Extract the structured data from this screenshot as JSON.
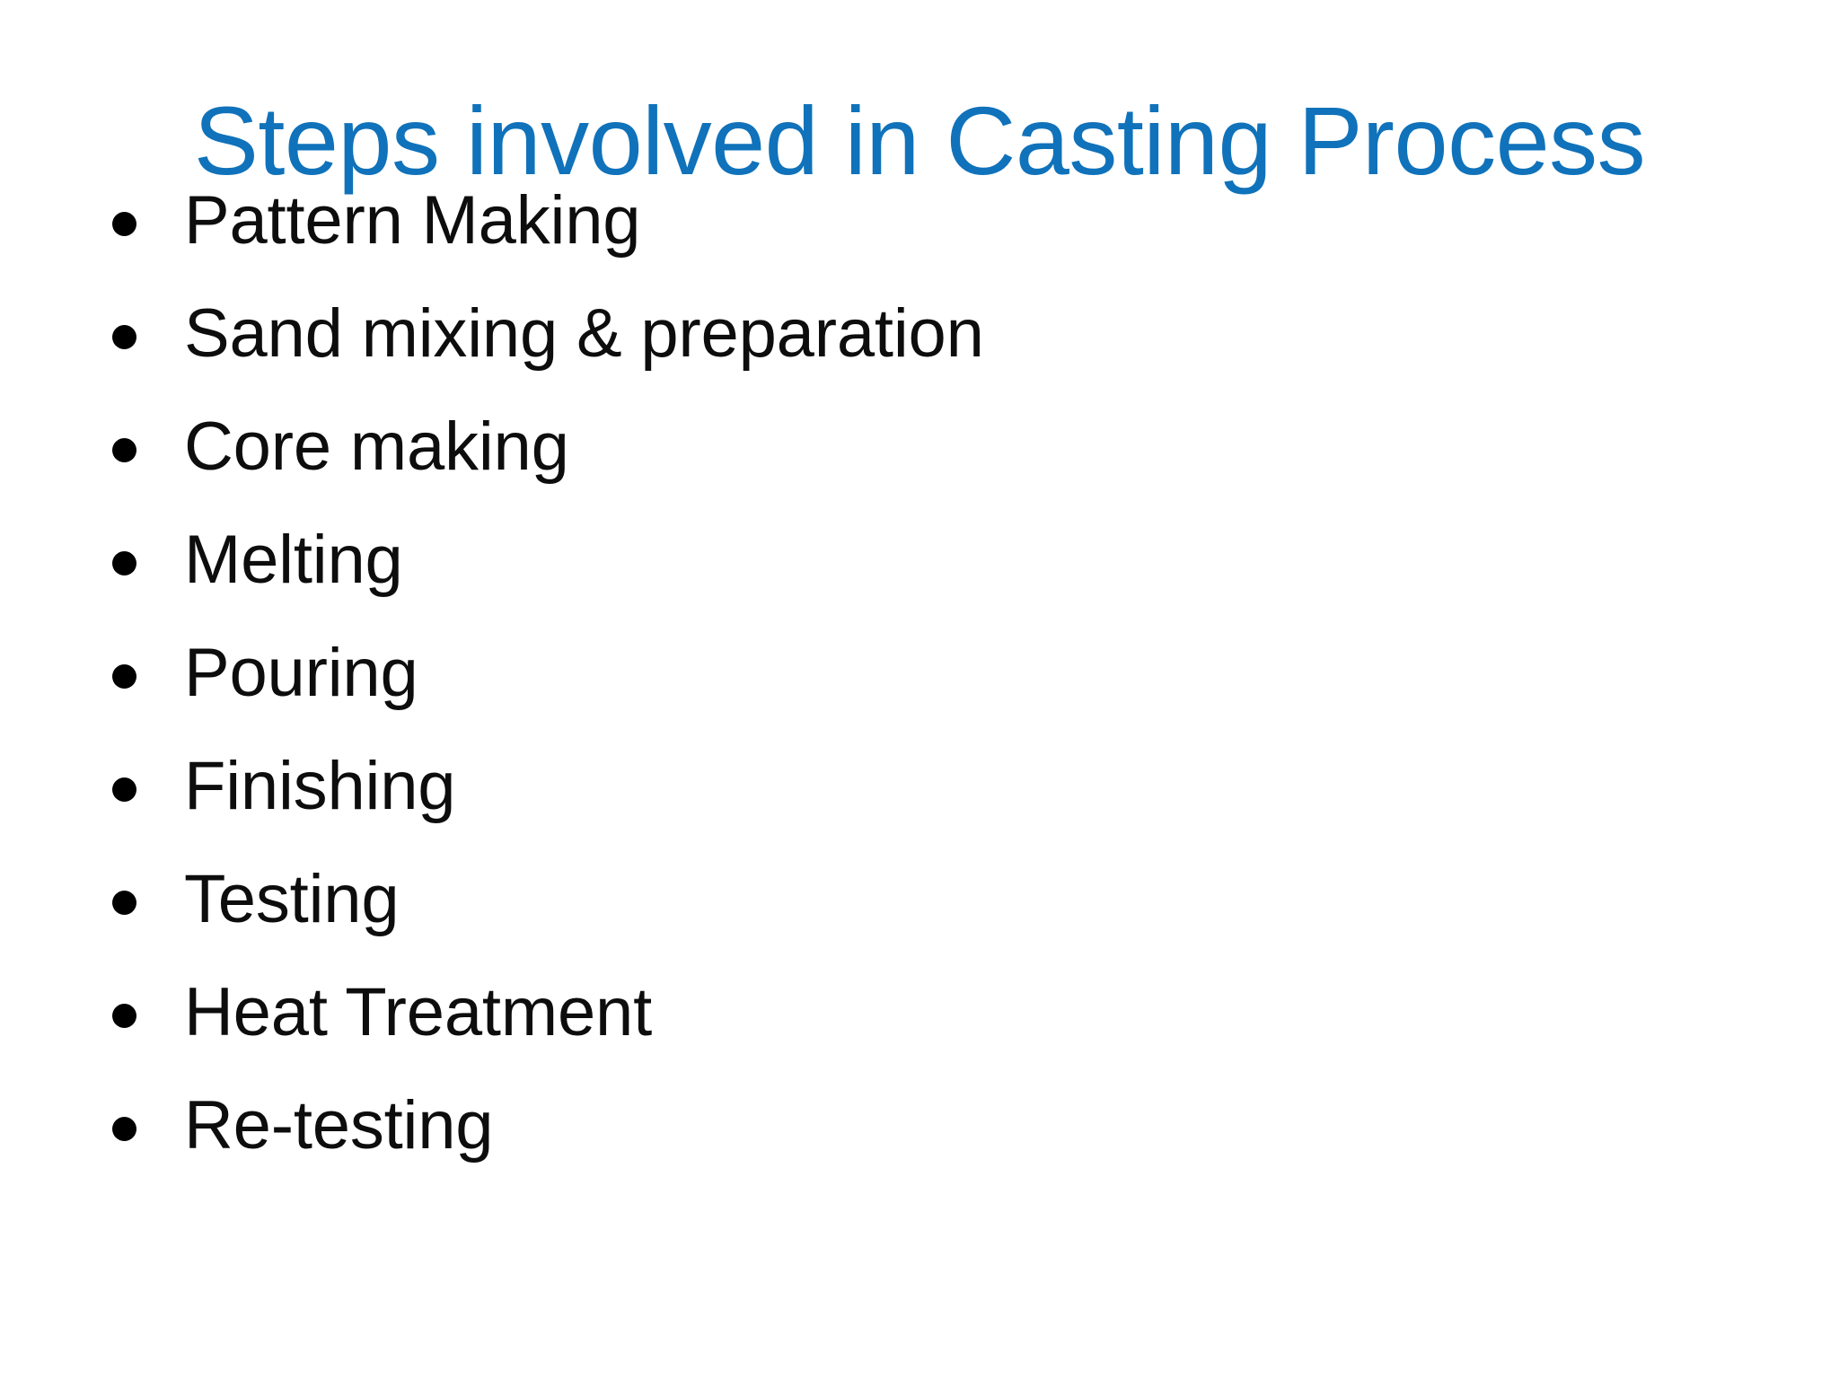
{
  "slide": {
    "background_color": "#ffffff",
    "title": "Steps involved in Casting Process",
    "title_color": "#1072ba",
    "body_text_color": "#0d0d0d",
    "bullet_glyph": "round-bullet",
    "items": [
      {
        "label": "Pattern Making"
      },
      {
        "label": "Sand mixing & preparation"
      },
      {
        "label": "Core making"
      },
      {
        "label": "Melting"
      },
      {
        "label": "Pouring"
      },
      {
        "label": "Finishing"
      },
      {
        "label": "Testing"
      },
      {
        "label": "Heat Treatment"
      },
      {
        "label": "Re-testing"
      }
    ]
  }
}
